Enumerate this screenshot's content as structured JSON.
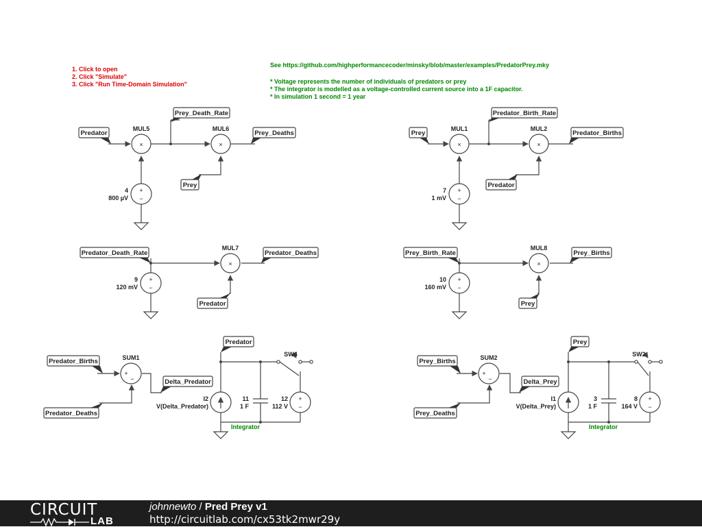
{
  "instructions": [
    "1. Click to open",
    "2. Click \"Simulate\"",
    "3. Click \"Run Time-Domain Simulation\""
  ],
  "notes": {
    "link": "See https://github.com/highperformancecoder/minsky/blob/master/examples/PredatorPrey.mky",
    "lines": [
      "* Voltage represents the number of individuals of predators or prey",
      "* The integrator is modelled as a voltage-controlled current source into a 1F capacitor.",
      "* In simulation 1 second = 1 year"
    ]
  },
  "nets": {
    "predator": "Predator",
    "prey": "Prey",
    "prey_death_rate": "Prey_Death_Rate",
    "prey_deaths": "Prey_Deaths",
    "predator_birth_rate": "Predator_Birth_Rate",
    "predator_births": "Predator_Births",
    "predator_death_rate": "Predator_Death_Rate",
    "predator_deaths": "Predator_Deaths",
    "prey_birth_rate": "Prey_Birth_Rate",
    "prey_births": "Prey_Births",
    "delta_predator": "Delta_Predator",
    "delta_prey": "Delta_Prey"
  },
  "components": {
    "mul5": "MUL5",
    "mul6": "MUL6",
    "mul1": "MUL1",
    "mul2": "MUL2",
    "mul7": "MUL7",
    "mul8": "MUL8",
    "sum1": "SUM1",
    "sum2": "SUM2",
    "v4": {
      "name": "4",
      "value": "800 µV"
    },
    "v7": {
      "name": "7",
      "value": "1 mV"
    },
    "v9": {
      "name": "9",
      "value": "120 mV"
    },
    "v10": {
      "name": "10",
      "value": "160 mV"
    },
    "i2": {
      "name": "I2",
      "value": "V(Delta_Predator)"
    },
    "c11": {
      "name": "11",
      "value": "1 F"
    },
    "v12": {
      "name": "12",
      "value": "112 V"
    },
    "sw4": "SW4",
    "i1": {
      "name": "I1",
      "value": "V(Delta_Prey)"
    },
    "c3": {
      "name": "3",
      "value": "1 F"
    },
    "v8": {
      "name": "8",
      "value": "164 V"
    },
    "sw2": "SW2",
    "integrator_label": "Integrator"
  },
  "footer": {
    "brand_top": "CIRCUIT",
    "brand_bottom": "LAB",
    "user": "johnnewto",
    "separator": " / ",
    "title": "Pred Prey v1",
    "url": "http://circuitlab.com/cx53tk2mwr29y"
  }
}
